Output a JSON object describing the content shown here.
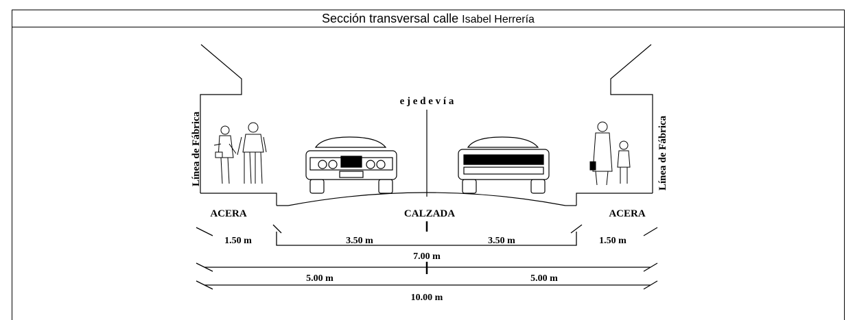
{
  "title": {
    "main": "Sección transversal calle ",
    "street": "Isabel Herrería"
  },
  "labels": {
    "axis": "e j e   d e   v í a",
    "facade_left": "Línea de Fábrica",
    "facade_right": "Línea de Fábrica",
    "sidewalk_left": "ACERA",
    "roadway": "CALZADA",
    "sidewalk_right": "ACERA"
  },
  "dimensions": {
    "sidewalk_left": "1.50 m",
    "lane_left": "3.50 m",
    "lane_right": "3.50 m",
    "sidewalk_right": "1.50 m",
    "roadway_total": "7.00 m",
    "half_left": "5.00 m",
    "half_right": "5.00 m",
    "total": "10.00 m"
  }
}
